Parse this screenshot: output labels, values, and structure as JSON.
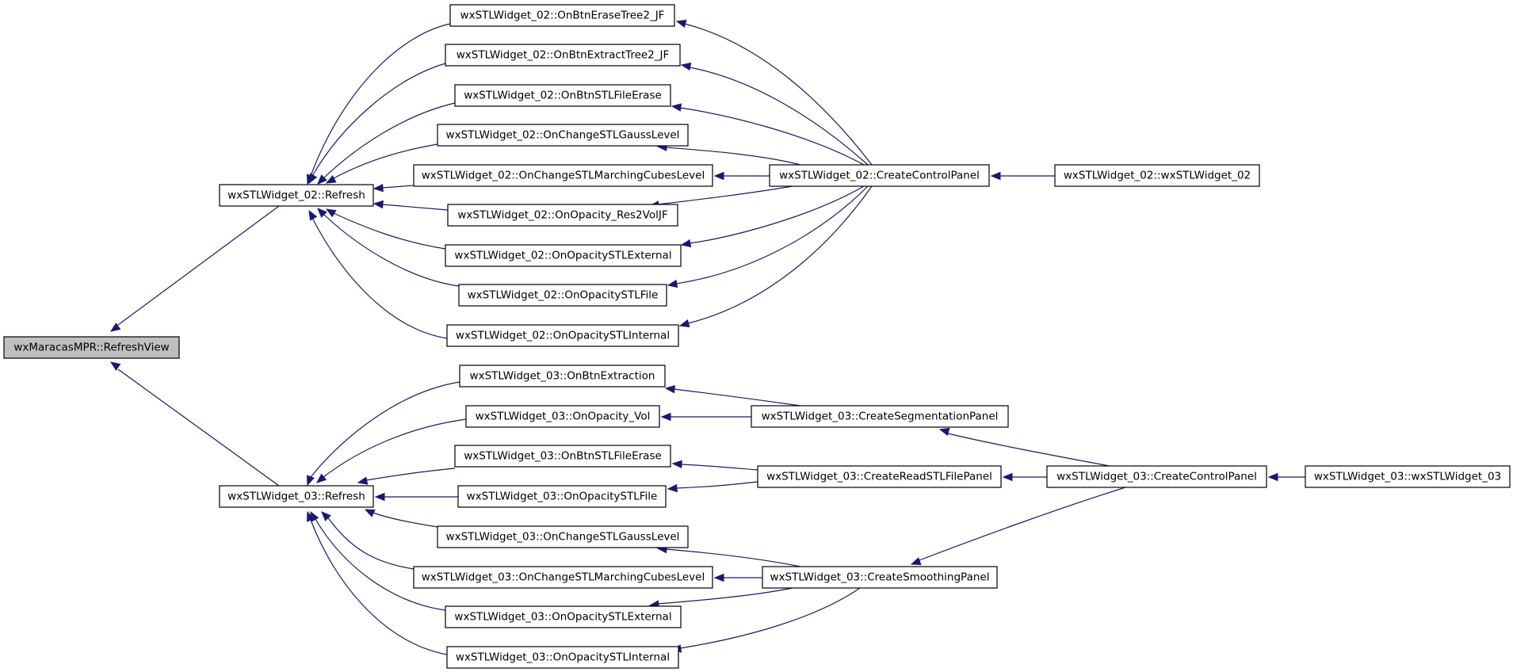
{
  "colors": {
    "edge": "#191970",
    "node_border": "#000000",
    "focus_fill": "#bfbfbf",
    "node_fill": "#ffffff"
  },
  "nodes": {
    "refreshview": "wxMaracasMPR::RefreshView",
    "r02": "wxSTLWidget_02::Refresh",
    "r03": "wxSTLWidget_03::Refresh",
    "e02_erase": "wxSTLWidget_02::OnBtnEraseTree2_JF",
    "e02_extract": "wxSTLWidget_02::OnBtnExtractTree2_JF",
    "e02_stlerase": "wxSTLWidget_02::OnBtnSTLFileErase",
    "e02_gauss": "wxSTLWidget_02::OnChangeSTLGaussLevel",
    "e02_march": "wxSTLWidget_02::OnChangeSTLMarchingCubesLevel",
    "e02_opres": "wxSTLWidget_02::OnOpacity_Res2VolJF",
    "e02_opext": "wxSTLWidget_02::OnOpacitySTLExternal",
    "e02_opfile": "wxSTLWidget_02::OnOpacitySTLFile",
    "e02_opint": "wxSTLWidget_02::OnOpacitySTLInternal",
    "ccp02": "wxSTLWidget_02::CreateControlPanel",
    "ctor02": "wxSTLWidget_02::wxSTLWidget_02",
    "e03_extraction": "wxSTLWidget_03::OnBtnExtraction",
    "e03_opvol": "wxSTLWidget_03::OnOpacity_Vol",
    "e03_stlerase": "wxSTLWidget_03::OnBtnSTLFileErase",
    "e03_opfile": "wxSTLWidget_03::OnOpacitySTLFile",
    "e03_gauss": "wxSTLWidget_03::OnChangeSTLGaussLevel",
    "e03_march": "wxSTLWidget_03::OnChangeSTLMarchingCubesLevel",
    "e03_opext": "wxSTLWidget_03::OnOpacitySTLExternal",
    "e03_opint": "wxSTLWidget_03::OnOpacitySTLInternal",
    "seg03": "wxSTLWidget_03::CreateSegmentationPanel",
    "read03": "wxSTLWidget_03::CreateReadSTLFilePanel",
    "smooth03": "wxSTLWidget_03::CreateSmoothingPanel",
    "ccp03": "wxSTLWidget_03::CreateControlPanel",
    "ctor03": "wxSTLWidget_03::wxSTLWidget_03"
  },
  "edges": [
    {
      "from": "r02",
      "to": "refreshview"
    },
    {
      "from": "r03",
      "to": "refreshview"
    },
    {
      "from": "e02_erase",
      "to": "r02"
    },
    {
      "from": "e02_extract",
      "to": "r02"
    },
    {
      "from": "e02_stlerase",
      "to": "r02"
    },
    {
      "from": "e02_gauss",
      "to": "r02"
    },
    {
      "from": "e02_march",
      "to": "r02"
    },
    {
      "from": "e02_opres",
      "to": "r02"
    },
    {
      "from": "e02_opext",
      "to": "r02"
    },
    {
      "from": "e02_opfile",
      "to": "r02"
    },
    {
      "from": "e02_opint",
      "to": "r02"
    },
    {
      "from": "ccp02",
      "to": "e02_erase"
    },
    {
      "from": "ccp02",
      "to": "e02_extract"
    },
    {
      "from": "ccp02",
      "to": "e02_stlerase"
    },
    {
      "from": "ccp02",
      "to": "e02_gauss"
    },
    {
      "from": "ccp02",
      "to": "e02_march"
    },
    {
      "from": "ccp02",
      "to": "e02_opres"
    },
    {
      "from": "ccp02",
      "to": "e02_opext"
    },
    {
      "from": "ccp02",
      "to": "e02_opfile"
    },
    {
      "from": "ccp02",
      "to": "e02_opint"
    },
    {
      "from": "ctor02",
      "to": "ccp02"
    },
    {
      "from": "e03_extraction",
      "to": "r03"
    },
    {
      "from": "e03_opvol",
      "to": "r03"
    },
    {
      "from": "e03_stlerase",
      "to": "r03"
    },
    {
      "from": "e03_opfile",
      "to": "r03"
    },
    {
      "from": "e03_gauss",
      "to": "r03"
    },
    {
      "from": "e03_march",
      "to": "r03"
    },
    {
      "from": "e03_opext",
      "to": "r03"
    },
    {
      "from": "e03_opint",
      "to": "r03"
    },
    {
      "from": "seg03",
      "to": "e03_extraction"
    },
    {
      "from": "seg03",
      "to": "e03_opvol"
    },
    {
      "from": "read03",
      "to": "e03_stlerase"
    },
    {
      "from": "read03",
      "to": "e03_opfile"
    },
    {
      "from": "smooth03",
      "to": "e03_gauss"
    },
    {
      "from": "smooth03",
      "to": "e03_march"
    },
    {
      "from": "smooth03",
      "to": "e03_opext"
    },
    {
      "from": "smooth03",
      "to": "e03_opint"
    },
    {
      "from": "ccp03",
      "to": "seg03"
    },
    {
      "from": "ccp03",
      "to": "read03"
    },
    {
      "from": "ccp03",
      "to": "smooth03"
    },
    {
      "from": "ctor03",
      "to": "ccp03"
    }
  ]
}
